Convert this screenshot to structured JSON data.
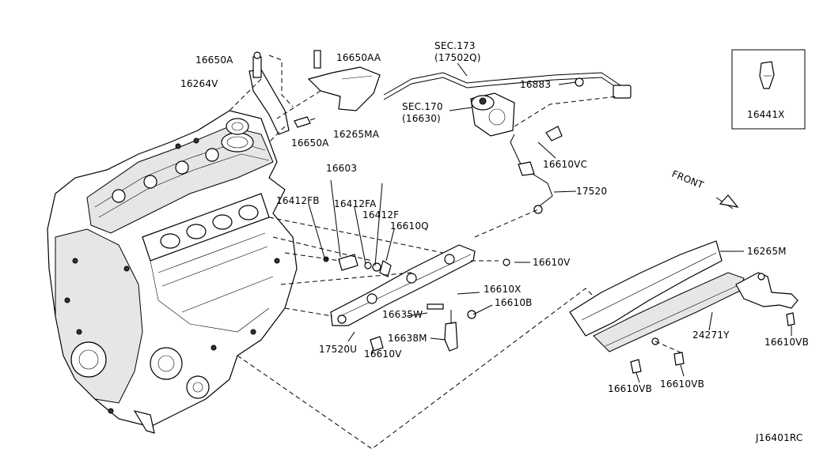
{
  "diagram_code": "J16401RC",
  "front_label": "FRONT",
  "labels": {
    "l_16650A_top": "16650A",
    "l_16650AA": "16650AA",
    "l_16264V": "16264V",
    "l_16650A_bot": "16650A",
    "l_16265MA": "16265MA",
    "l_sec173": "SEC.173",
    "l_17502Q": "(17502Q)",
    "l_16883": "16883",
    "l_sec170": "SEC.170",
    "l_16630": "(16630)",
    "l_16610VC": "16610VC",
    "l_17520": "17520",
    "l_16441X": "16441X",
    "l_16603": "16603",
    "l_16412FB": "16412FB",
    "l_16412FA": "16412FA",
    "l_16412F": "16412F",
    "l_16610Q": "16610Q",
    "l_16610V_r": "16610V",
    "l_16610X": "16610X",
    "l_16610B": "16610B",
    "l_16635W": "16635W",
    "l_16638M": "16638M",
    "l_17520U": "17520U",
    "l_16610V_b": "16610V",
    "l_16265M": "16265M",
    "l_24271Y": "24271Y",
    "l_16610VB_r": "16610VB",
    "l_16610VB_b1": "16610VB",
    "l_16610VB_b2": "16610VB"
  }
}
